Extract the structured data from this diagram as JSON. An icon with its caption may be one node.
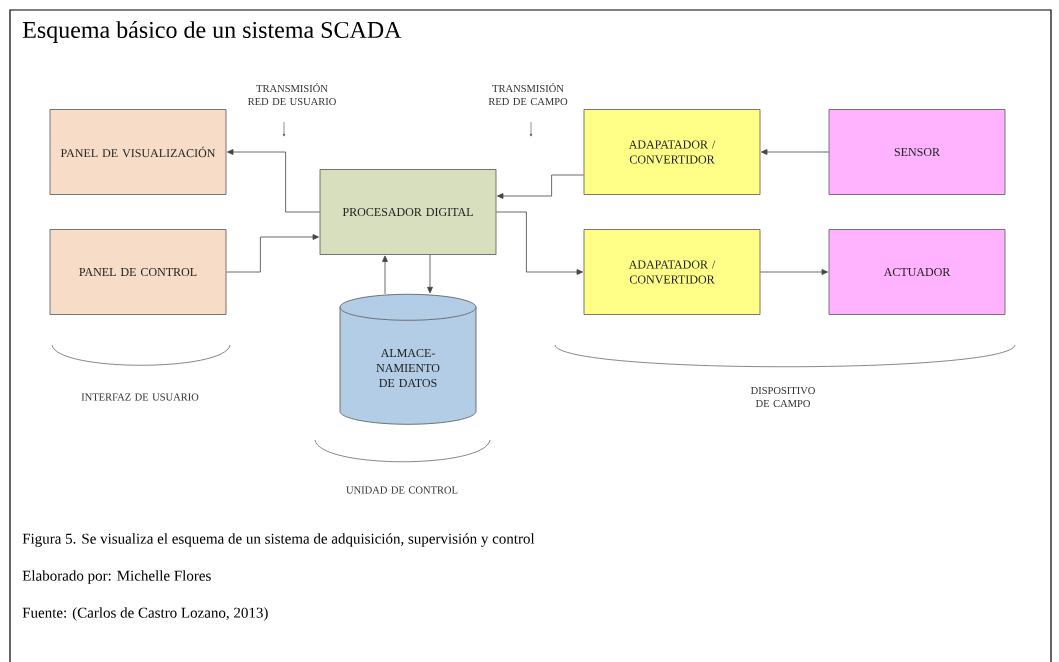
{
  "diagram": {
    "title": "Esquema básico de un sistema SCADA",
    "caption": "Figura 5.  Se visualiza el esquema de un sistema de adquisición, supervisión y control",
    "nodes": [
      {
        "text": [
          "PANEL DE VISUALIZACIÓN"
        ]
      },
      {
        "text": [
          "PANEL DE CONTROL"
        ]
      },
      {
        "text": [
          "PROCESADOR DIGITAL"
        ]
      },
      {
        "text": [
          "ADAPATADOR / CONVERTIDOR"
        ]
      },
      {
        "text": [
          "SENSOR"
        ]
      },
      {
        "text": [
          "ADAPATADOR / CONVERTIDOR"
        ]
      },
      {
        "text": [
          "ACTUADOR"
        ]
      },
      {
        "text": [
          "ALMACE- NAMIENTO DE DATOS"
        ]
      }
    ],
    "edges": [
      {
        "from": 2,
        "to": 0,
        "arrow": "to"
      },
      {
        "from": 1,
        "to": 2,
        "arrow": "to"
      },
      {
        "from": 3,
        "to": 2,
        "arrow": "to"
      },
      {
        "from": 4,
        "to": 3,
        "arrow": "to"
      },
      {
        "from": 2,
        "to": 5,
        "arrow": "to"
      },
      {
        "from": 5,
        "to": 6,
        "arrow": "to"
      },
      {
        "from": 7,
        "to": 2,
        "arrow": "to"
      },
      {
        "from": 2,
        "to": 7,
        "arrow": "to"
      }
    ],
    "labels": [
      "TRANSMISIÓN RED DE USUARIO",
      "TRANSMISIÓN RED DE CAMPO",
      "INTERFAZ DE USUARIO",
      "DISPOSITIVO DE CAMPO",
      "UNIDAD DE CONTROL",
      "Elaborado por: Michelle Flores",
      "Fuente: (Carlos de Castro Lozano, 2013)"
    ]
  }
}
